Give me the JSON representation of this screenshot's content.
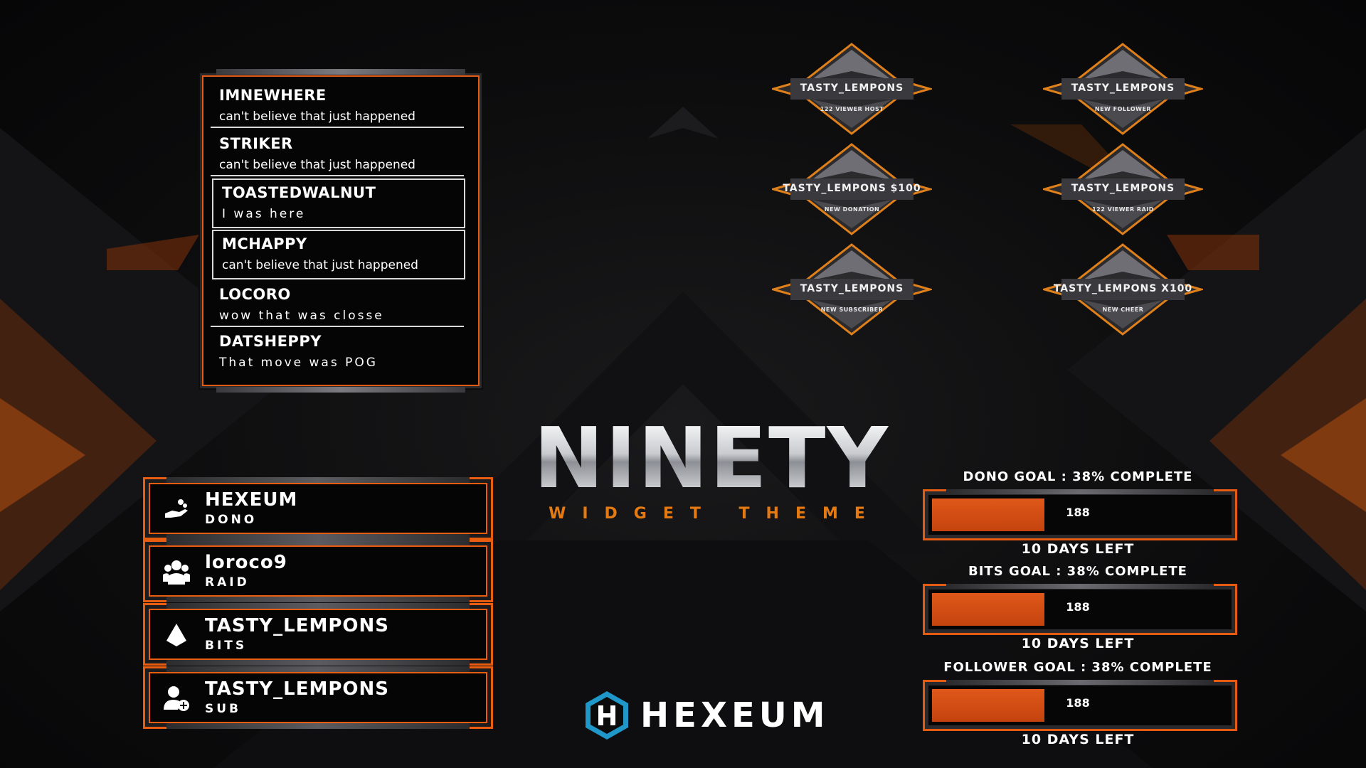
{
  "chat": {
    "messages": [
      {
        "user": "IMNEWHERE",
        "text": "can't believe that just happened"
      },
      {
        "user": "STRIKER",
        "text": "can't believe that just happened"
      },
      {
        "user": "TOASTEDWALNUT",
        "text": "I was here"
      },
      {
        "user": "MCHAPPY",
        "text": "can't believe that just happened"
      },
      {
        "user": "LOCORO",
        "text": "wow that was closse"
      },
      {
        "user": "DATSHEPPY",
        "text": "That move was POG"
      }
    ]
  },
  "alerts": [
    {
      "name": "TASTY_LEMPONS",
      "event": "122 VIEWER HOST"
    },
    {
      "name": "TASTY_LEMPONS",
      "event": "NEW FOLLOWER"
    },
    {
      "name": "TASTY_LEMPONS $100",
      "event": "NEW DONATION"
    },
    {
      "name": "TASTY_LEMPONS",
      "event": "122 VIEWER RAID"
    },
    {
      "name": "TASTY_LEMPONS",
      "event": "NEW SUBSCRIBER"
    },
    {
      "name": "TASTY_LEMPONS X100",
      "event": "NEW CHEER"
    }
  ],
  "title": {
    "main": "NINETY",
    "sub": "WIDGET THEME"
  },
  "events": [
    {
      "name": "HEXEUM",
      "type": "DONO",
      "icon": "donation-hand-icon"
    },
    {
      "name": "loroco9",
      "type": "RAID",
      "icon": "raid-group-icon"
    },
    {
      "name": "TASTY_LEMPONS",
      "type": "BITS",
      "icon": "bits-gem-icon"
    },
    {
      "name": "TASTY_LEMPONS",
      "type": "SUB",
      "icon": "subscriber-add-icon"
    }
  ],
  "logo": {
    "text": "HEXEUM"
  },
  "goals": [
    {
      "label": "DONO GOAL : 38% COMPLETE",
      "value": "188",
      "progress": 0.38,
      "remaining": "10 DAYS LEFT"
    },
    {
      "label": "BITS GOAL : 38% COMPLETE",
      "value": "188",
      "progress": 0.38,
      "remaining": "10 DAYS LEFT"
    },
    {
      "label": "FOLLOWER GOAL : 38% COMPLETE",
      "value": "188",
      "progress": 0.38,
      "remaining": "10 DAYS LEFT"
    }
  ],
  "colors": {
    "accent": "#e85d10",
    "accent_gold": "#e57a12",
    "panel": "#050505",
    "metal": "#6a6a70"
  }
}
